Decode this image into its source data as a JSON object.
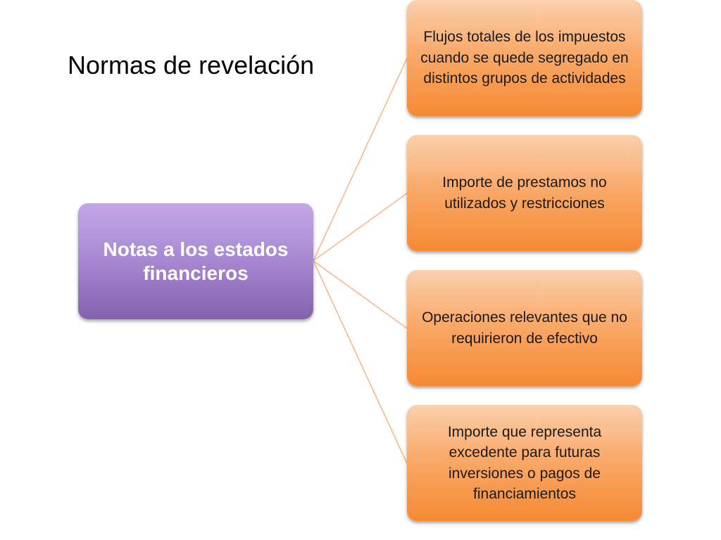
{
  "slide": {
    "title": "Normas de revelación"
  },
  "diagram": {
    "root": {
      "label": "Notas a los estados financieros"
    },
    "children": [
      {
        "label": "Flujos totales de los impuestos cuando se quede segregado en distintos grupos de actividades"
      },
      {
        "label": "Importe de prestamos no utilizados y restricciones"
      },
      {
        "label": "Operaciones relevantes que no requirieron de efectivo"
      },
      {
        "label": "Importe que representa excedente para futuras inversiones o pagos de financiamientos"
      }
    ],
    "colors": {
      "root_fill": "#a98bd3",
      "child_fill": "#f9aa6b",
      "connector": "#f7b48a"
    }
  }
}
